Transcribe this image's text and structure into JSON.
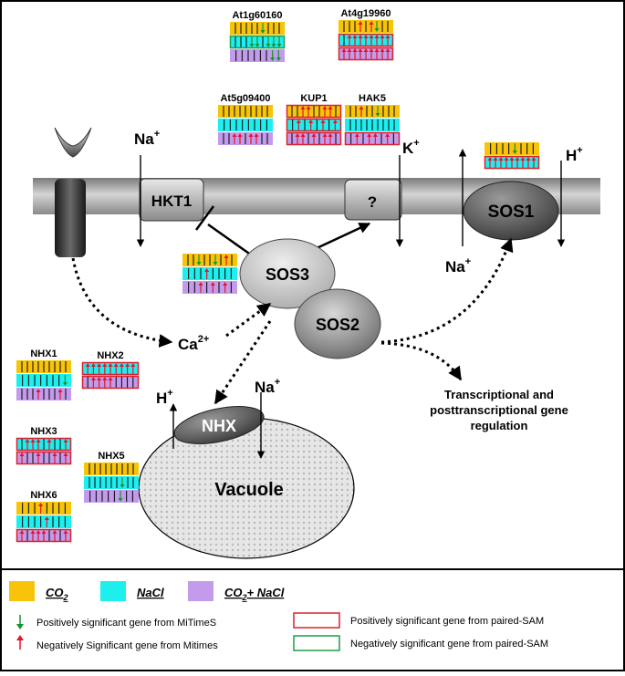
{
  "labels": {
    "na_top": "Na",
    "na_top_sup": "+",
    "hkt1": "HKT1",
    "unknown": "?",
    "k_plus": "K",
    "k_plus_sup": "+",
    "h_plus_right": "H",
    "h_plus_right_sup": "+",
    "sos1": "SOS1",
    "na_right": "Na",
    "na_right_sup": "+",
    "sos3": "SOS3",
    "sos2": "SOS2",
    "ca": "Ca",
    "ca_sup": "2+",
    "nhx": "NHX",
    "h_plus_vac": "H",
    "h_plus_vac_sup": "+",
    "na_vac": "Na",
    "na_vac_sup": "+",
    "vacuole": "Vacuole",
    "regulation_line1": "Transcriptional and",
    "regulation_line2": "posttranscriptional gene",
    "regulation_line3": "regulation"
  },
  "genes": [
    {
      "id": "g1",
      "name": "At1g60160",
      "rows": [
        {
          "color": "yellow",
          "box": "none",
          "arrows": "|||||g|||"
        },
        {
          "color": "cyan",
          "box": "green",
          "arrows": "|||gg|ggg"
        },
        {
          "color": "purple",
          "box": "none",
          "arrows": "||||||gg"
        }
      ]
    },
    {
      "id": "g2",
      "name": "At4g19960",
      "rows": [
        {
          "color": "yellow",
          "box": "none",
          "arrows": "|||r|rg||"
        },
        {
          "color": "cyan",
          "box": "red",
          "arrows": "|rrrrrrrr"
        },
        {
          "color": "purple",
          "box": "red",
          "arrows": "rrrrrrrrr"
        }
      ]
    },
    {
      "id": "g3",
      "name": "At5g09400",
      "rows": [
        {
          "color": "yellow",
          "box": "none",
          "arrows": "|||||||||"
        },
        {
          "color": "cyan",
          "box": "none",
          "arrows": "||||||||"
        },
        {
          "color": "purple",
          "box": "none",
          "arrows": "||rr|rr||"
        }
      ]
    },
    {
      "id": "g4",
      "name": "KUP1",
      "rows": [
        {
          "color": "yellow",
          "box": "red",
          "arrows": "||rr||rr|"
        },
        {
          "color": "cyan",
          "box": "red",
          "arrows": "|r|r|r|r"
        },
        {
          "color": "purple",
          "box": "red",
          "arrows": "|rr|r|rr|"
        }
      ]
    },
    {
      "id": "g5",
      "name": "HAK5",
      "rows": [
        {
          "color": "yellow",
          "box": "none",
          "arrows": "||r||g|||"
        },
        {
          "color": "cyan",
          "box": "none",
          "arrows": "|||||||||"
        },
        {
          "color": "purple",
          "box": "red",
          "arrows": "|r|rr|r|"
        }
      ]
    },
    {
      "id": "g6",
      "name": "",
      "rows": [
        {
          "color": "yellow",
          "box": "none",
          "arrows": "||||g|||"
        },
        {
          "color": "cyan",
          "box": "red",
          "arrows": "rrrrrrrrr"
        }
      ]
    },
    {
      "id": "g7",
      "name": "",
      "rows": [
        {
          "color": "yellow",
          "box": "none",
          "arrows": "||g||g|r|"
        },
        {
          "color": "cyan",
          "box": "none",
          "arrows": "|||r||||"
        },
        {
          "color": "purple",
          "box": "none",
          "arrows": "||r|r|r|"
        }
      ]
    },
    {
      "id": "g8",
      "name": "NHX1",
      "rows": [
        {
          "color": "yellow",
          "box": "none",
          "arrows": "|||||||||"
        },
        {
          "color": "cyan",
          "box": "none",
          "arrows": "|||||||g"
        },
        {
          "color": "purple",
          "box": "none",
          "arrows": "|||r|||r|"
        }
      ]
    },
    {
      "id": "g9",
      "name": "NHX2",
      "rows": [
        {
          "color": "cyan",
          "box": "red",
          "arrows": "rrrrrrrrr"
        },
        {
          "color": "purple",
          "box": "red",
          "arrows": "|rrrr||||"
        }
      ]
    },
    {
      "id": "g10",
      "name": "NHX3",
      "rows": [
        {
          "color": "cyan",
          "box": "red",
          "arrows": "|rrr|r||r"
        },
        {
          "color": "purple",
          "box": "red",
          "arrows": "r||r||r|r"
        }
      ]
    },
    {
      "id": "g11",
      "name": "NHX5",
      "rows": [
        {
          "color": "yellow",
          "box": "none",
          "arrows": "|||||||||"
        },
        {
          "color": "cyan",
          "box": "none",
          "arrows": "||||||g||"
        },
        {
          "color": "purple",
          "box": "none",
          "arrows": "|||||g||"
        }
      ]
    },
    {
      "id": "g12",
      "name": "NHX6",
      "rows": [
        {
          "color": "yellow",
          "box": "none",
          "arrows": "|||r||||"
        },
        {
          "color": "cyan",
          "box": "none",
          "arrows": "||||r|||"
        },
        {
          "color": "purple",
          "box": "red",
          "arrows": "r|rrr|r|r"
        }
      ]
    }
  ],
  "colors": {
    "yellow": "#F7C40A",
    "cyan": "#1EEEEE",
    "purple": "#C39BEB",
    "red_arrow": "#E8132B",
    "green_arrow": "#17922F",
    "red_box": "#D8222F",
    "green_box": "#1E9E4A"
  },
  "legend": {
    "co2": "CO",
    "co2_sub": "2",
    "nacl": "NaCl",
    "co2_nacl": "CO",
    "co2_nacl_sub": "2",
    "co2_nacl_rest": "+ NaCl",
    "pos_mitimes": "Positively significant gene  from MiTimeS",
    "neg_mitimes": "Negatively Significant gene from Mitimes",
    "pos_sam": "Positively significant gene from paired-SAM",
    "neg_sam": "Negatively significant gene from paired-SAM"
  }
}
